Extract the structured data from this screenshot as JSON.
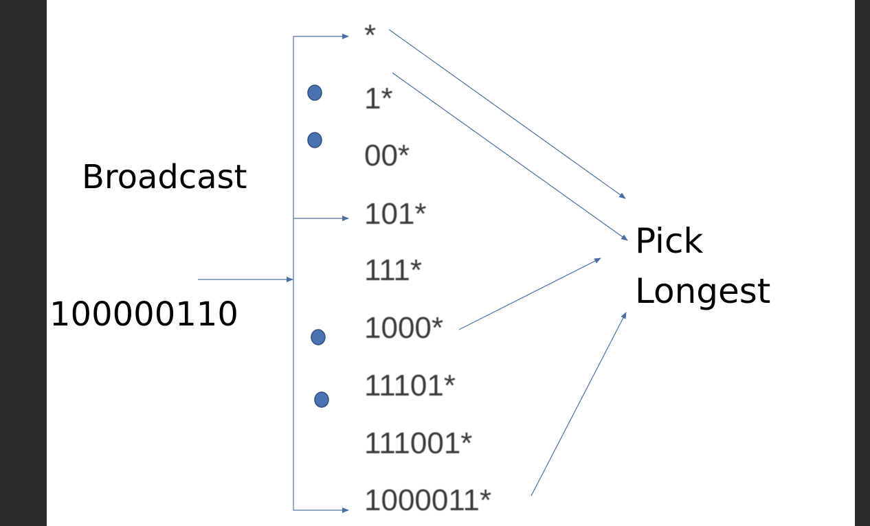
{
  "labels": {
    "broadcast": "Broadcast",
    "input_address": "100000110",
    "pick": "Pick",
    "longest": "Longest"
  },
  "prefixes": [
    "*",
    "1*",
    "00*",
    "101*",
    "111*",
    "1000*",
    "11101*",
    "111001*",
    "1000011*"
  ],
  "colors": {
    "arrow": "#4a6fa5",
    "dot_fill": "#4a72b0",
    "dot_stroke": "#2f4f80",
    "text": "#000000",
    "prefix_text": "#3a3a3a"
  }
}
